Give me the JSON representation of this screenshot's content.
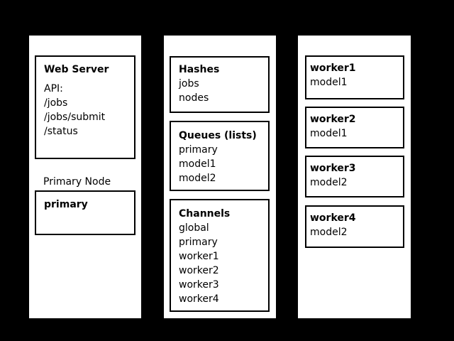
{
  "diagram": {
    "background_color": "#000000",
    "panel_color": "#ffffff",
    "border_color": "#000000",
    "text_color": "#000000"
  },
  "web_panel": {
    "server_box": {
      "title": "Web Server",
      "lines": [
        "API:",
        "/jobs",
        "/jobs/submit",
        "/status"
      ]
    },
    "node_label": "Primary Node",
    "node_box": {
      "title": "primary"
    }
  },
  "redis_panel": {
    "hashes_box": {
      "title": "Hashes",
      "lines": [
        "jobs",
        "nodes"
      ]
    },
    "queues_box": {
      "title": "Queues (lists)",
      "lines": [
        "primary",
        "model1",
        "model2"
      ]
    },
    "channels_box": {
      "title": "Channels",
      "lines": [
        "global",
        "primary",
        "worker1",
        "worker2",
        "worker3",
        "worker4"
      ]
    }
  },
  "workers_panel": {
    "worker_boxes": [
      {
        "title": "worker1",
        "lines": [
          "model1"
        ]
      },
      {
        "title": "worker2",
        "lines": [
          "model1"
        ]
      },
      {
        "title": "worker3",
        "lines": [
          "model2"
        ]
      },
      {
        "title": "worker4",
        "lines": [
          "model2"
        ]
      }
    ]
  }
}
